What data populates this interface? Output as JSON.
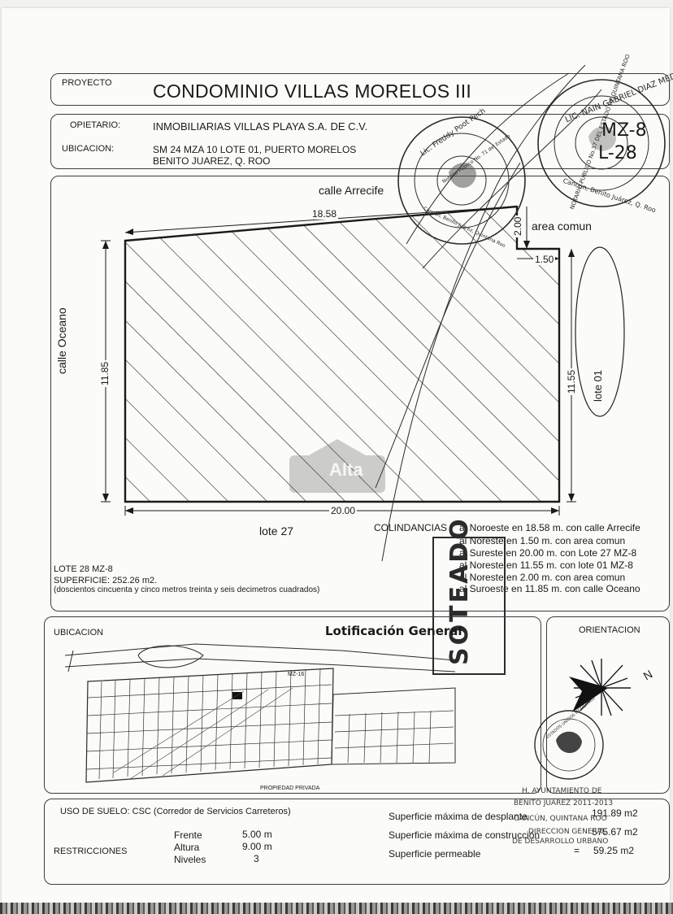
{
  "header": {
    "proyecto_label": "PROYECTO",
    "title": "CONDOMINIO VILLAS MORELOS III",
    "propietario_label": "OPIETARIO:",
    "propietario_value": "INMOBILIARIAS VILLAS PLAYA S.A. DE C.V.",
    "ubicacion_label": "UBICACION:",
    "ubicacion_line1": "SM 24 MZA 10 LOTE 01, PUERTO MORELOS",
    "ubicacion_line2": "BENITO JUAREZ, Q. ROO"
  },
  "plan": {
    "top_street": "calle Arrecife",
    "left_street": "calle Oceano",
    "right_label": "lote 01",
    "bottom_label": "lote 27",
    "common_area": "area comun",
    "dim_top": "18.58",
    "dim_left": "11.85",
    "dim_right": "11.55",
    "dim_bottom": "20.00",
    "dim_notch_vertical": "2.00",
    "dim_notch_horizontal": "1.50",
    "watermark": "Alta"
  },
  "colindancias": {
    "heading": "COLINDANCIAS",
    "lines": [
      "al Noroeste en 18.58 m. con calle Arrecife",
      "al Noreste en 1.50 m. con area comun",
      "al Sureste en 20.00 m. con Lote 27 MZ-8",
      "al Noreste en 11.55 m. con lote 01 MZ-8",
      "al Noreste en 2.00 m. con area comun",
      "al Suroeste en 11.85 m. con calle Oceano"
    ]
  },
  "lote_info": {
    "lote": "LOTE 28 MZ-8",
    "superficie": "SUPERFICIE: 252.26 m2.",
    "superficie_words": "(doscientos cincuenta y cinco metros treinta y seis decimetros cuadrados)"
  },
  "ubicacion_map": {
    "label": "UBICACION",
    "title": "Lotificación General",
    "mz_label": "MZ-16",
    "street_label": "PROPIEDAD PRIVADA"
  },
  "orientacion": {
    "label": "ORIENTACION",
    "north": "N"
  },
  "bottom": {
    "uso_suelo": "USO DE SUELO: CSC (Corredor de Servicios Carreteros)",
    "restricciones_label": "RESTRICCIONES",
    "frente_label": "Frente",
    "frente_value": "5.00 m",
    "altura_label": "Altura",
    "altura_value": "9.00 m",
    "niveles_label": "Niveles",
    "niveles_value": "3",
    "sup_desplante_label": "Superficie máxima de desplante",
    "sup_desplante_value": "191.89 m2",
    "sup_construccion_label": "Superficie máxima de construcción",
    "sup_construccion_value": "575.67 m2",
    "sup_permeable_label": "Superficie permeable",
    "sup_permeable_value": "59.25 m2",
    "equals": "="
  },
  "stamps": {
    "notary_text": "LIC. NAIN GABRIEL DIAZ MEDINA",
    "notary_sub": "NOTARIO PUBLICO No.37 DEL ESTADO DE QUINTANA ROO",
    "notary_city": "Cancún, Benito Juárez, Q. Roo",
    "mz_stamp": "MZ-8",
    "lote_stamp": "L-28",
    "notary2_text": "Lic. Freddy Poot Pech",
    "notary2_sub": "Notario Público No. 71 del Estado",
    "notary2_city": "Cancún, Benito Juárez, Quintana Roo",
    "vertical_stamp": "SOTEADO",
    "ayuntamiento_line1": "H. AYUNTAMIENTO DE",
    "ayuntamiento_line2": "BENITO JUÁREZ 2011-2013",
    "ayuntamiento_line3": "CANCÚN, QUINTANA ROO",
    "ayuntamiento_line4": "DIRECCION GENERAL",
    "ayuntamiento_line5": "DE DESARROLLO URBANO",
    "orient_stamp": "ESTADOS UNIDOS MEXICANOS"
  },
  "colors": {
    "ink": "#1a1a1a",
    "paper": "#fbfbf9",
    "stamp": "#2b2b2b"
  }
}
